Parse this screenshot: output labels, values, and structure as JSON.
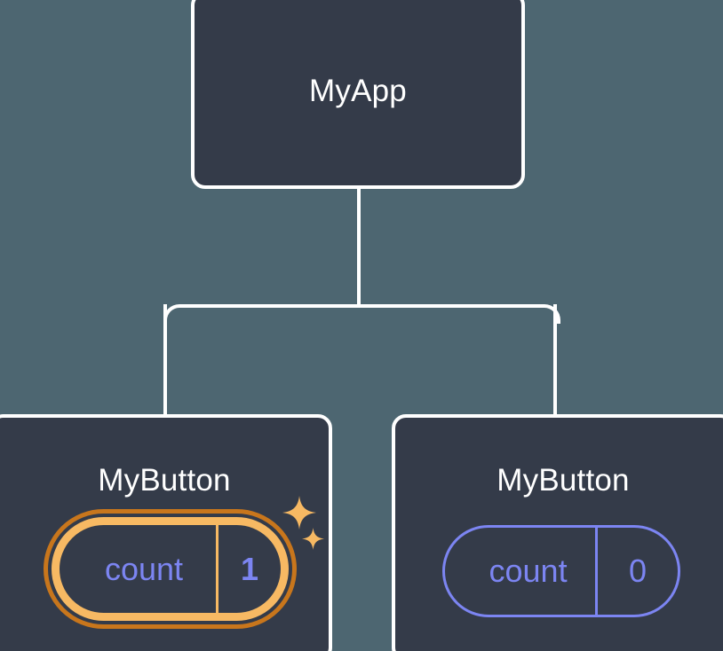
{
  "diagram": {
    "type": "component-tree",
    "background_color": "#4d6671",
    "node_fill_color": "#343b49",
    "node_border_color": "#ffffff",
    "state_color": "#7c85f2",
    "highlight_outer_color": "#c8761c",
    "highlight_inner_color": "#f7b963",
    "root": {
      "title": "MyApp"
    },
    "children": [
      {
        "title": "MyButton",
        "state": {
          "key": "count",
          "value": "1"
        },
        "highlighted": true,
        "sparkle_large_icon": "sparkle-icon",
        "sparkle_small_icon": "sparkle-icon"
      },
      {
        "title": "MyButton",
        "state": {
          "key": "count",
          "value": "0"
        },
        "highlighted": false
      }
    ]
  }
}
